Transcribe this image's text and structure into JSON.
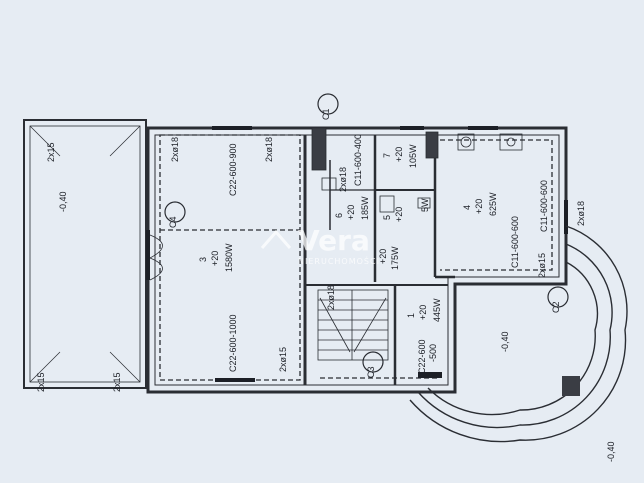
{
  "watermark": {
    "brand": "Vera",
    "subtitle": "NIERUCHOMOŚCI"
  },
  "axes": {
    "c1": "C1",
    "c2": "C2",
    "c3": "C3",
    "c4": "C4"
  },
  "rooms": {
    "r1": {
      "num": "1",
      "level": "+20",
      "area": "445W"
    },
    "r3": {
      "num": "3",
      "level": "+20",
      "area": "1580W"
    },
    "r4": {
      "num": "4",
      "level": "+20",
      "area": "625W"
    },
    "r5": {
      "num": "5",
      "level": "+20",
      "area": "5W"
    },
    "r6": {
      "num": "6",
      "level": "+20",
      "area": "185W"
    },
    "r7": {
      "num": "7",
      "level": "+20",
      "area": "105W"
    }
  },
  "beams": {
    "b1": "C22-600-900",
    "b2": "C22-600-1000",
    "b3": "C11-600-600",
    "b4": "C11-600-600",
    "b5": "C11-600-400",
    "b6": "C22-600",
    "b6b": "-500"
  },
  "rebar": {
    "a": "2xø18",
    "b": "2xø18",
    "c": "2xø15",
    "d": "2xø15",
    "e": "2xø18",
    "f": "2xø18",
    "g": "2xø18",
    "h": "2x15",
    "i": "2x15",
    "j": "2x15"
  },
  "misc": {
    "stair_level": "+20",
    "stair_area": "175W",
    "terrace_level": "-0,40",
    "left_level": "-0,40",
    "porch_level": "-0,40"
  },
  "colors": {
    "paper": "#e6ecf3",
    "ink": "#1c1f26",
    "wall": "#2a2d33"
  }
}
